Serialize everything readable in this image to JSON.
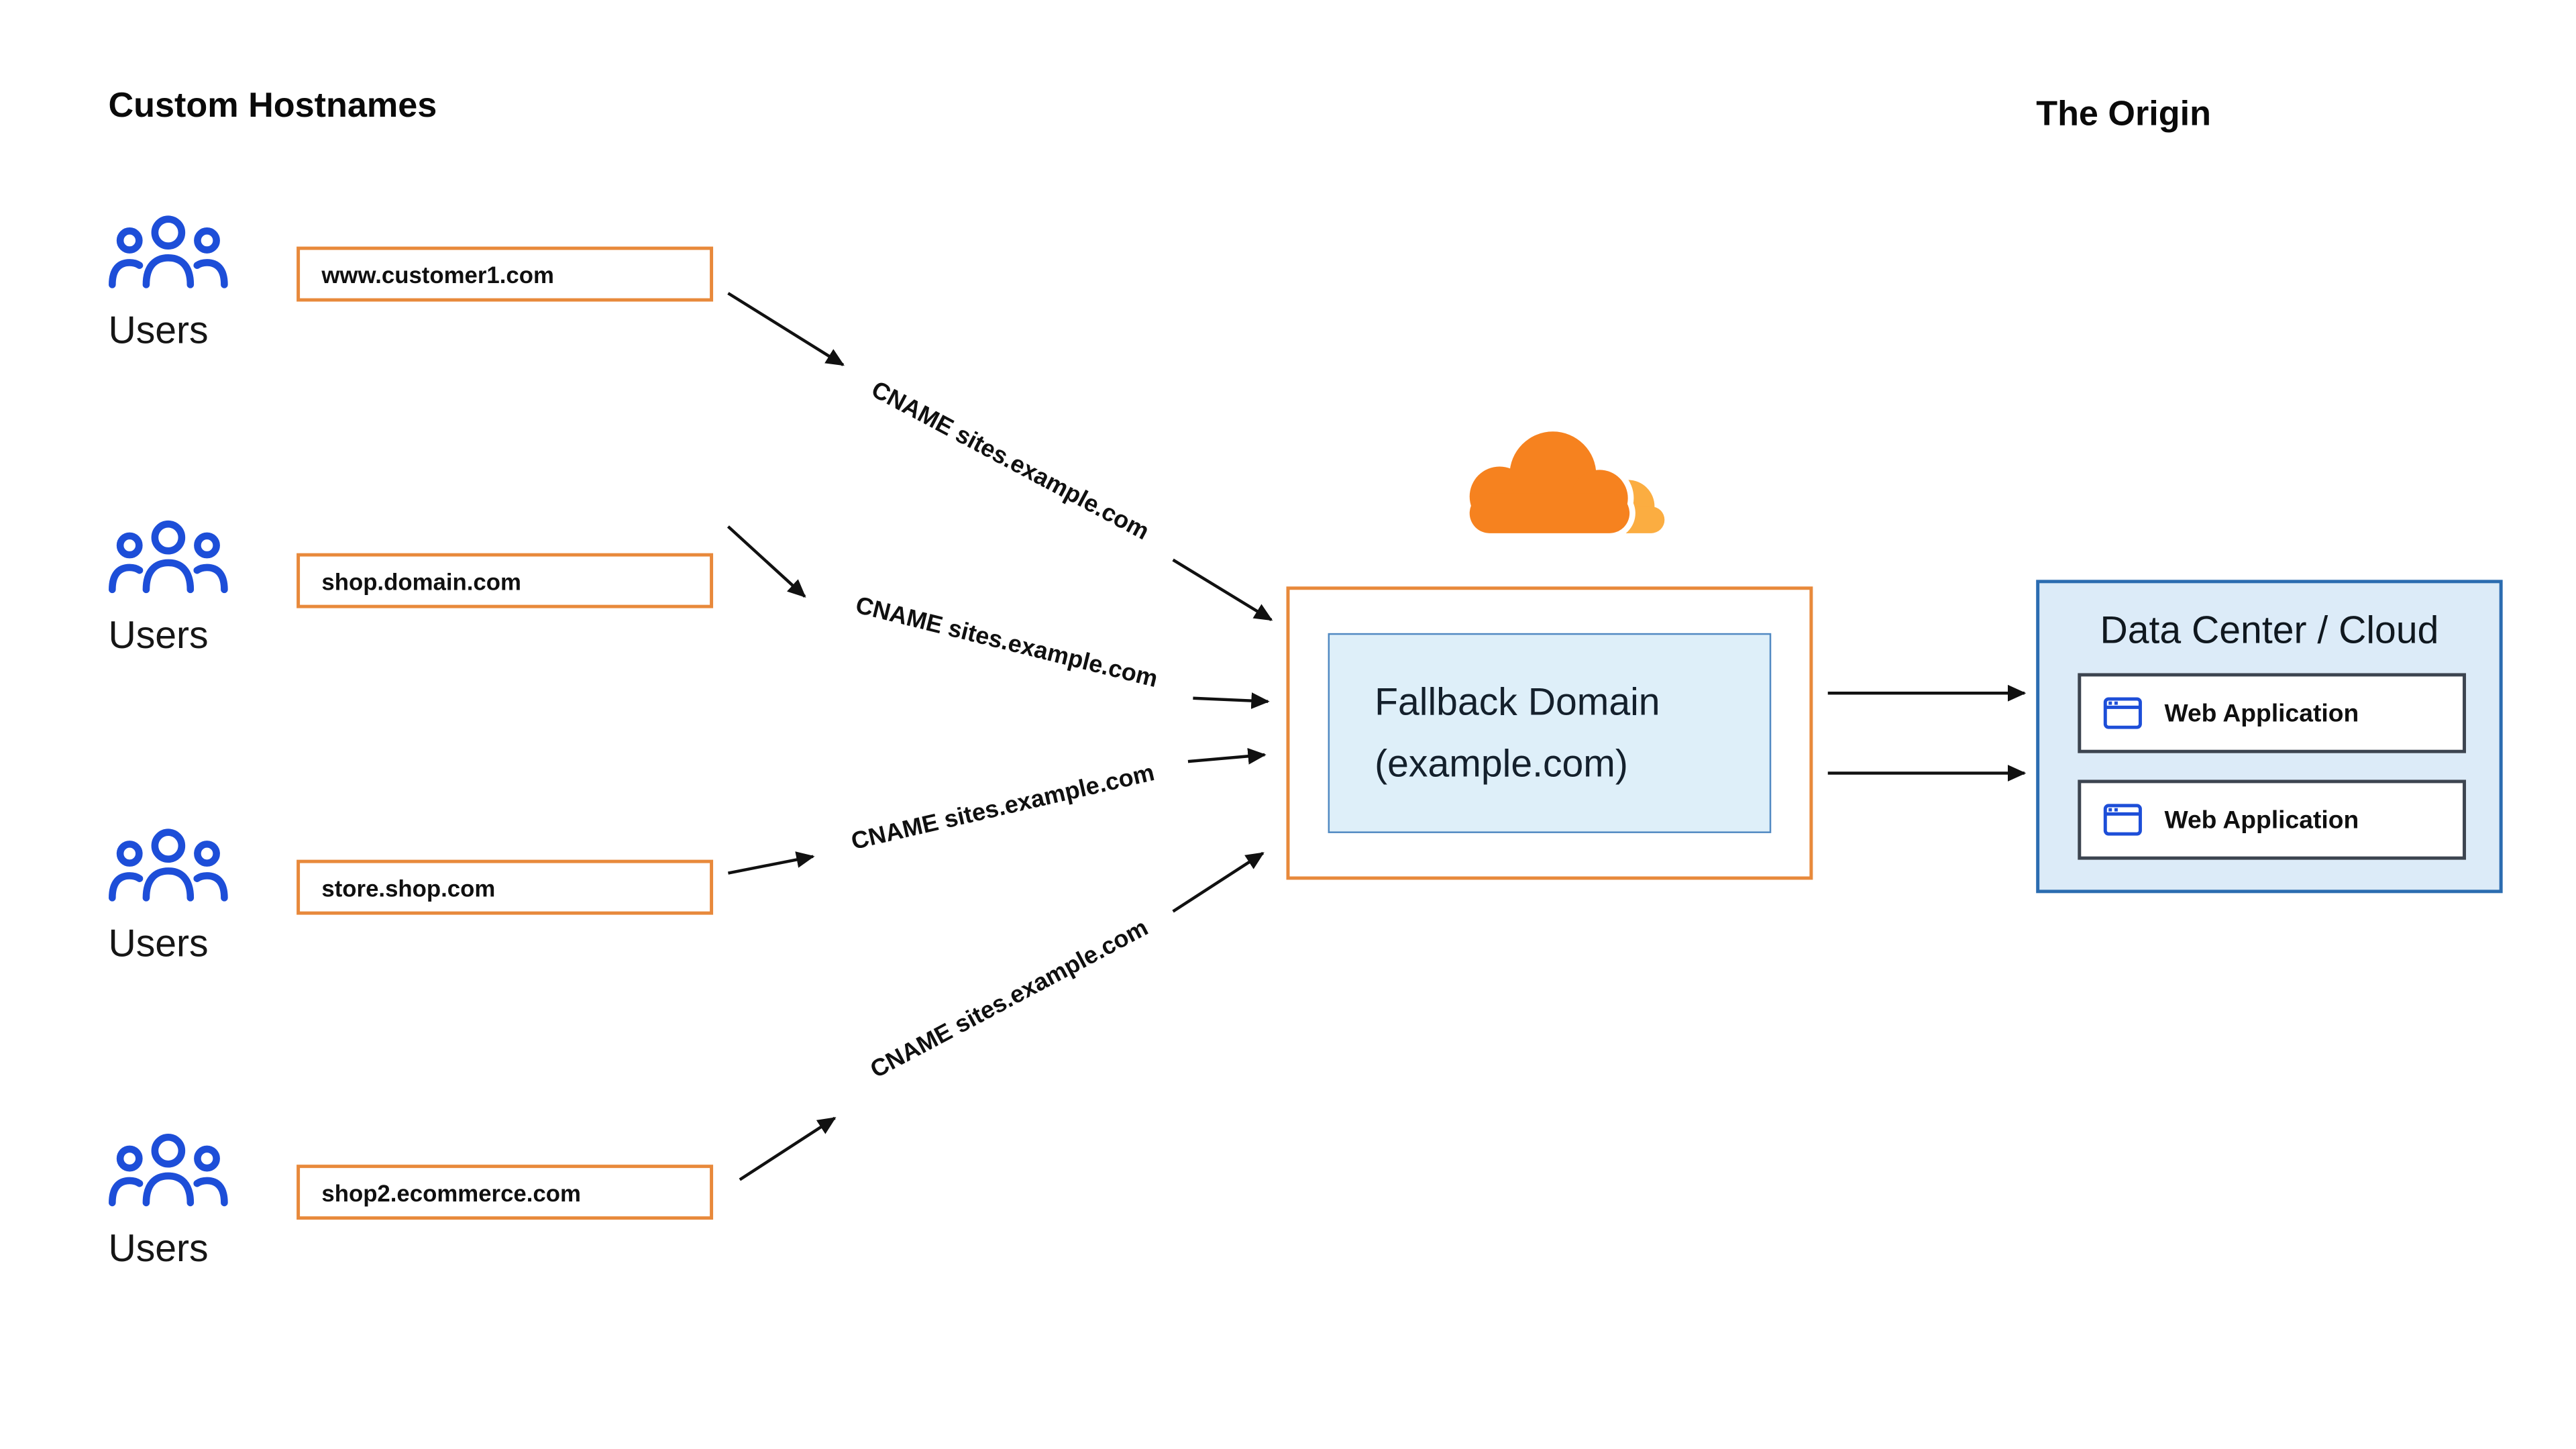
{
  "page": {
    "title_left": "Custom Hostnames",
    "title_right": "The Origin"
  },
  "hostname_rows": [
    {
      "users_label": "Users",
      "hostname": "www.customer1.com"
    },
    {
      "users_label": "Users",
      "hostname": "shop.domain.com"
    },
    {
      "users_label": "Users",
      "hostname": "store.shop.com"
    },
    {
      "users_label": "Users",
      "hostname": "shop2.ecommerce.com"
    }
  ],
  "cname_labels": [
    "CNAME sites.example.com",
    "CNAME sites.example.com",
    "CNAME sites.example.com",
    "CNAME sites.example.com"
  ],
  "cloudflare": {
    "fallback_line1": "Fallback Domain",
    "fallback_line2": "(example.com)"
  },
  "origin": {
    "title": "Data Center / Cloud",
    "apps": [
      {
        "label": "Web Application"
      },
      {
        "label": "Web Application"
      }
    ]
  },
  "colors": {
    "accent_orange": "#F6821F",
    "accent_orange_light": "#FBAD41",
    "box_border_orange": "#E8893B",
    "users_blue": "#1D4ED8",
    "origin_bg_blue": "#DCEBF8",
    "origin_border_blue": "#2B6CB0",
    "fallback_bg_blue": "#DEEFF9"
  }
}
